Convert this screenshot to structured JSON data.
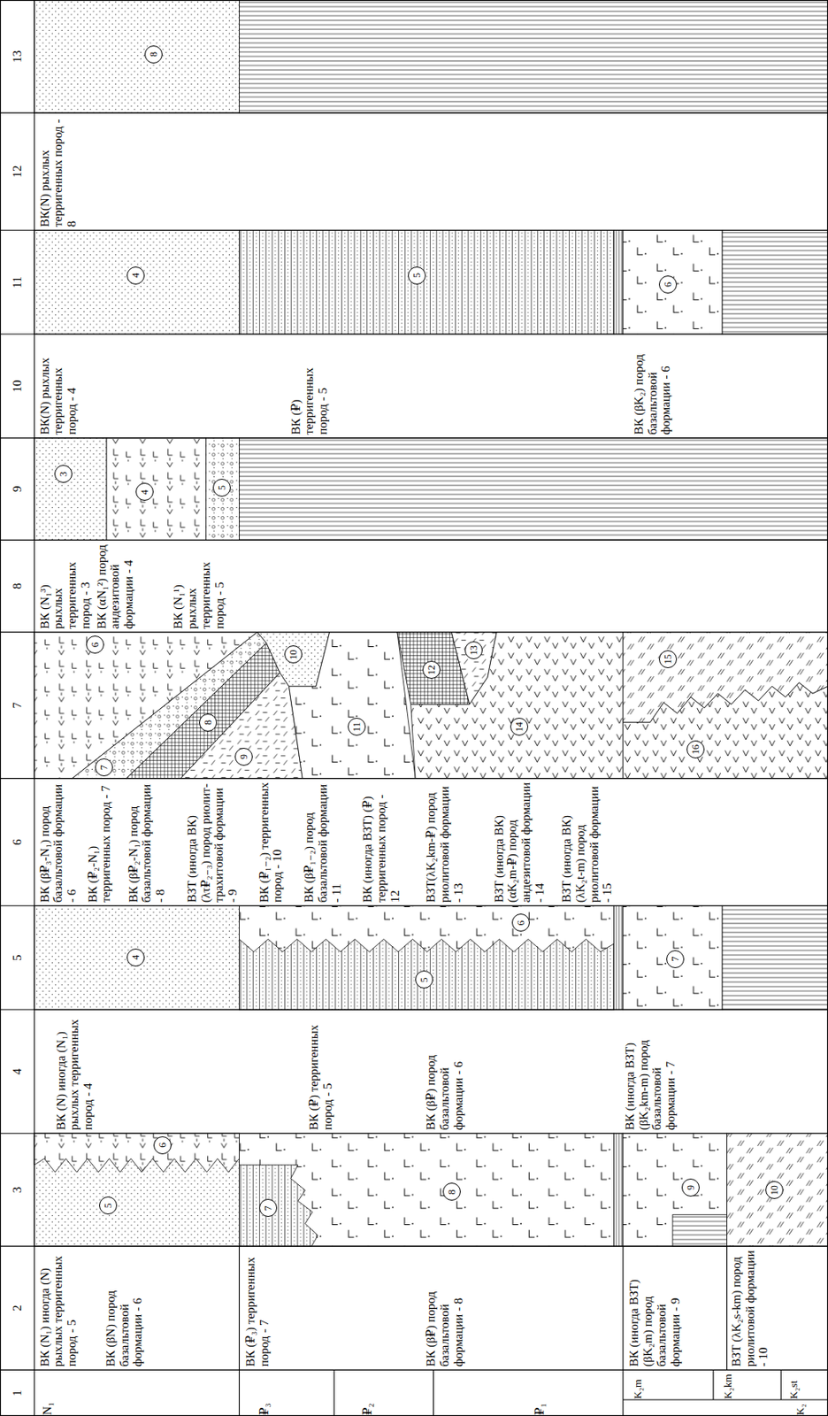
{
  "diagram": {
    "nodes": [
      {
        "text": [
          "5"
        ]
      },
      {
        "text": [
          "6"
        ]
      },
      {
        "text": [
          "7"
        ]
      },
      {
        "text": [
          "8"
        ]
      },
      {
        "text": [
          "9"
        ]
      },
      {
        "text": [
          "10"
        ]
      },
      {
        "text": [
          "4"
        ]
      },
      {
        "text": [
          "5"
        ]
      },
      {
        "text": [
          "6"
        ]
      },
      {
        "text": [
          "7"
        ]
      },
      {
        "text": [
          "6"
        ]
      },
      {
        "text": [
          "7"
        ]
      },
      {
        "text": [
          "8"
        ]
      },
      {
        "text": [
          "9"
        ]
      },
      {
        "text": [
          "10"
        ]
      },
      {
        "text": [
          "11"
        ]
      },
      {
        "text": [
          "12"
        ]
      },
      {
        "text": [
          "13"
        ]
      },
      {
        "text": [
          "14"
        ]
      },
      {
        "text": [
          "15"
        ]
      },
      {
        "text": [
          "16"
        ]
      },
      {
        "text": [
          "3"
        ]
      },
      {
        "text": [
          "4"
        ]
      },
      {
        "text": [
          "5"
        ]
      },
      {
        "text": [
          "4"
        ]
      },
      {
        "text": [
          "5"
        ]
      },
      {
        "text": [
          "6"
        ]
      },
      {
        "text": [
          "8"
        ]
      }
    ],
    "labels": [
      "1",
      "2",
      "3",
      "4",
      "5",
      "6",
      "7",
      "8",
      "9",
      "10",
      "11",
      "12",
      "13",
      "N₁",
      "₽₃",
      "₽₂",
      "₽₁",
      "K₂m",
      "K₂km",
      "K₂st",
      "K₂",
      "ВК (N₁) иногда (N) рыхлых терригенных пород - 5",
      "ВК (βN) пород базальтовой формации - 6",
      "ВК (₽₃) терригенных пород - 7",
      "ВК (β₽) пород базальтовой формации - 8",
      "ВК (иногда ВЗТ) (βK₂m) пород базальтовой формации - 9",
      "ВЗТ (λK₂s-km) пород риолитовой формации - 10",
      "ВК (N) иногда (N₁) рыхлых терригенных пород - 4",
      "ВК (₽) терригенных пород - 5",
      "ВК (β₽) пород базальтовой формации - 6",
      "ВК (иногда ВЗТ) (βK₂km-m) пород базальтовой формации - 7",
      "ВК (β₽₃-N₁) пород базальтовой формации - 6",
      "ВК (₽₂-N₁) терригенных пород - 7",
      "ВК (β₽₂-N₁) пород базальтовой формации - 8",
      "ВЗТ (иногда ВК) (λτ₽₂₋₃) пород риолит-трахитовой формации - 9",
      "ВК (₽₁₋₂) терригенных пород - 10",
      "ВК (β₽₁₋₂) пород базальтовой формации - 11",
      "ВК (иногда ВЗТ) (₽) терригенных пород - 12",
      "ВЗТ(λK₂km-₽) пород риолитовой формации - 13",
      "ВЗТ (иногда ВК) (αK₂m-₽) пород андезитовой формации - 14",
      "ВЗТ (иногда ВК) (λK₂t-m) пород риолитовой формации - 15",
      "ВК (N₁³) рыхлых терригенных пород - 3",
      "ВК (αN₁²) пород андезитовой формации - 4",
      "ВК (N₁¹) рыхлых терригенных пород - 5",
      "ВК(N) рыхлых терригенных пород - 4",
      "ВК (₽) терригенных пород - 5",
      "ВК (βK₂) пород базальтовой формации - 6",
      "ВК(N) рыхлых терригенных пород - 8"
    ]
  }
}
